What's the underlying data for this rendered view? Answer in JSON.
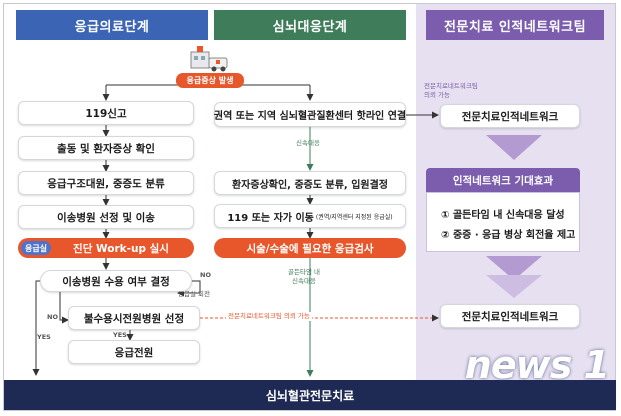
{
  "columns": {
    "emergency": {
      "title": "응급의료단계",
      "color": "#3c64b4"
    },
    "stroke": {
      "title": "심뇌대응단계",
      "color": "#3f7d5a"
    },
    "network": {
      "title": "전문치료 인적네트워크팀",
      "color": "#7b5cad"
    }
  },
  "trigger": {
    "label": "응급증상 발생",
    "icon": "hospital-ambulance-icon"
  },
  "left_steps": [
    {
      "label": "119신고"
    },
    {
      "label": "출동 및 환자증상 확인"
    },
    {
      "label": "응급구조대원, 중증도 분류"
    },
    {
      "label": "이송병원 선정 및 이송"
    }
  ],
  "left_orange": {
    "tag": "응급실",
    "label": "진단 Work-up 실시"
  },
  "decision": {
    "label": "이송병원 수용 여부 결정",
    "no_label": "NO",
    "no_note": "응급실 회전",
    "yes_label": "YES"
  },
  "select_box": {
    "label": "불수용시전원병원 선정",
    "no_label": "NO",
    "yes_label": "YES"
  },
  "transfer": {
    "label": "응급전원"
  },
  "middle_steps": [
    {
      "label": "권역 또는 지역 심뇌혈관질환센터 핫라인 연결"
    },
    {
      "label": "환자증상확인, 중증도 분류, 입원결정"
    },
    {
      "label": "119 또는 자가 이동",
      "note": "(권역/지역센터 지정된 응급실)"
    }
  ],
  "middle_orange": {
    "label": "시술/수술에 필요한 응급검사"
  },
  "middle_notes": {
    "fast": "신속대응",
    "golden": "골든타임 내\n신속대응"
  },
  "network_notes": {
    "top": "전문치료네트워크팀\n의뢰 가능",
    "bottom": "전문치료네트워크팀 의뢰 가능"
  },
  "network_box_top": {
    "label": "전문치료인적네트워크"
  },
  "network_box_bottom": {
    "label": "전문치료인적네트워크"
  },
  "effect": {
    "title": "인적네트워크 기대효과",
    "items": [
      "① 골든타임 내 신속대응 달성",
      "② 중증 · 응급 병상 회전율 제고"
    ]
  },
  "footer": {
    "label": "심뇌혈관전문치료"
  },
  "watermark": {
    "label": "news 1"
  }
}
